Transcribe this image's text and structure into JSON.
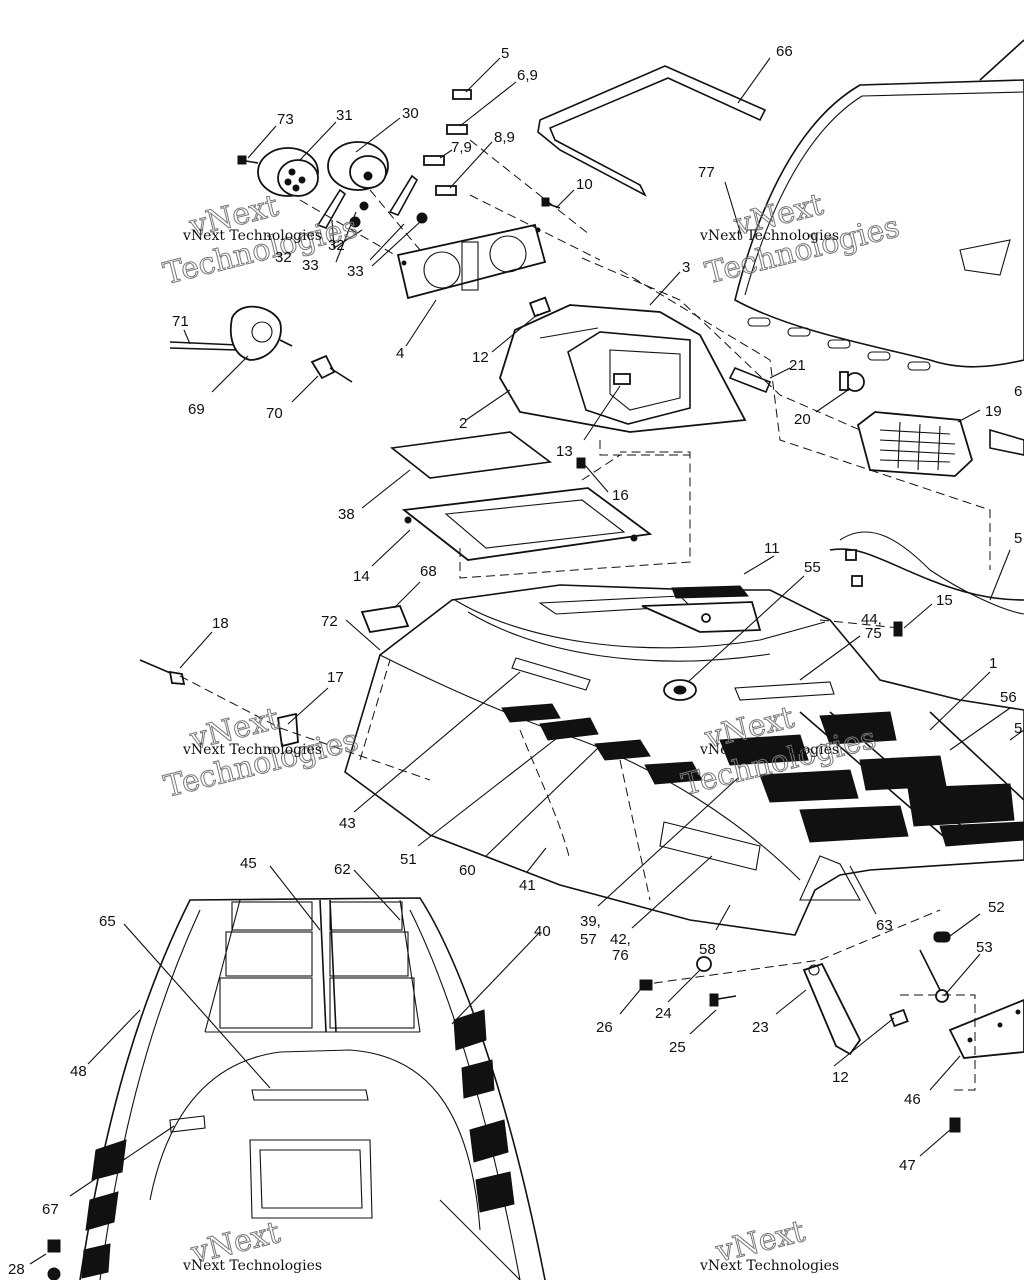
{
  "watermark": {
    "line1": "vNext",
    "line2": "Technologies",
    "small": "vNext Technologies"
  },
  "callouts": [
    {
      "id": "c66",
      "text": "66"
    },
    {
      "id": "c5",
      "text": "5"
    },
    {
      "id": "c69a",
      "text": "6,9"
    },
    {
      "id": "c79",
      "text": "7,9"
    },
    {
      "id": "c89",
      "text": "8,9"
    },
    {
      "id": "c73",
      "text": "73"
    },
    {
      "id": "c31",
      "text": "31"
    },
    {
      "id": "c30",
      "text": "30"
    },
    {
      "id": "c10",
      "text": "10"
    },
    {
      "id": "c77",
      "text": "77"
    },
    {
      "id": "c3",
      "text": "3"
    },
    {
      "id": "c32a",
      "text": "32"
    },
    {
      "id": "c33a",
      "text": "33"
    },
    {
      "id": "c32b",
      "text": "32"
    },
    {
      "id": "c33b",
      "text": "33"
    },
    {
      "id": "c71",
      "text": "71"
    },
    {
      "id": "c4",
      "text": "4"
    },
    {
      "id": "c12a",
      "text": "12"
    },
    {
      "id": "c69",
      "text": "69"
    },
    {
      "id": "c70",
      "text": "70"
    },
    {
      "id": "c2",
      "text": "2"
    },
    {
      "id": "c21",
      "text": "21"
    },
    {
      "id": "c20",
      "text": "20"
    },
    {
      "id": "c19",
      "text": "19"
    },
    {
      "id": "c6r",
      "text": "6"
    },
    {
      "id": "c13",
      "text": "13"
    },
    {
      "id": "c16",
      "text": "16"
    },
    {
      "id": "c38",
      "text": "38"
    },
    {
      "id": "c5r",
      "text": "5"
    },
    {
      "id": "c14",
      "text": "14"
    },
    {
      "id": "c11",
      "text": "11"
    },
    {
      "id": "c68",
      "text": "68"
    },
    {
      "id": "c55",
      "text": "55"
    },
    {
      "id": "c18",
      "text": "18"
    },
    {
      "id": "c72",
      "text": "72"
    },
    {
      "id": "c4475a",
      "text": "44,"
    },
    {
      "id": "c4475b",
      "text": "75"
    },
    {
      "id": "c15",
      "text": "15"
    },
    {
      "id": "c1",
      "text": "1"
    },
    {
      "id": "c17",
      "text": "17"
    },
    {
      "id": "c56",
      "text": "56"
    },
    {
      "id": "c5r2",
      "text": "5"
    },
    {
      "id": "c43",
      "text": "43"
    },
    {
      "id": "c51",
      "text": "51"
    },
    {
      "id": "c60",
      "text": "60"
    },
    {
      "id": "c41",
      "text": "41"
    },
    {
      "id": "c45",
      "text": "45"
    },
    {
      "id": "c62",
      "text": "62"
    },
    {
      "id": "c65",
      "text": "65"
    },
    {
      "id": "c40",
      "text": "40"
    },
    {
      "id": "c3957a",
      "text": "39,"
    },
    {
      "id": "c3957b",
      "text": "57"
    },
    {
      "id": "c4276a",
      "text": "42,"
    },
    {
      "id": "c4276b",
      "text": "76"
    },
    {
      "id": "c63",
      "text": "63"
    },
    {
      "id": "c58",
      "text": "58"
    },
    {
      "id": "c52",
      "text": "52"
    },
    {
      "id": "c53",
      "text": "53"
    },
    {
      "id": "c48",
      "text": "48"
    },
    {
      "id": "c26",
      "text": "26"
    },
    {
      "id": "c24",
      "text": "24"
    },
    {
      "id": "c25",
      "text": "25"
    },
    {
      "id": "c23",
      "text": "23"
    },
    {
      "id": "c12b",
      "text": "12"
    },
    {
      "id": "c46",
      "text": "46"
    },
    {
      "id": "c67",
      "text": "67"
    },
    {
      "id": "c47",
      "text": "47"
    },
    {
      "id": "c28",
      "text": "28"
    }
  ]
}
